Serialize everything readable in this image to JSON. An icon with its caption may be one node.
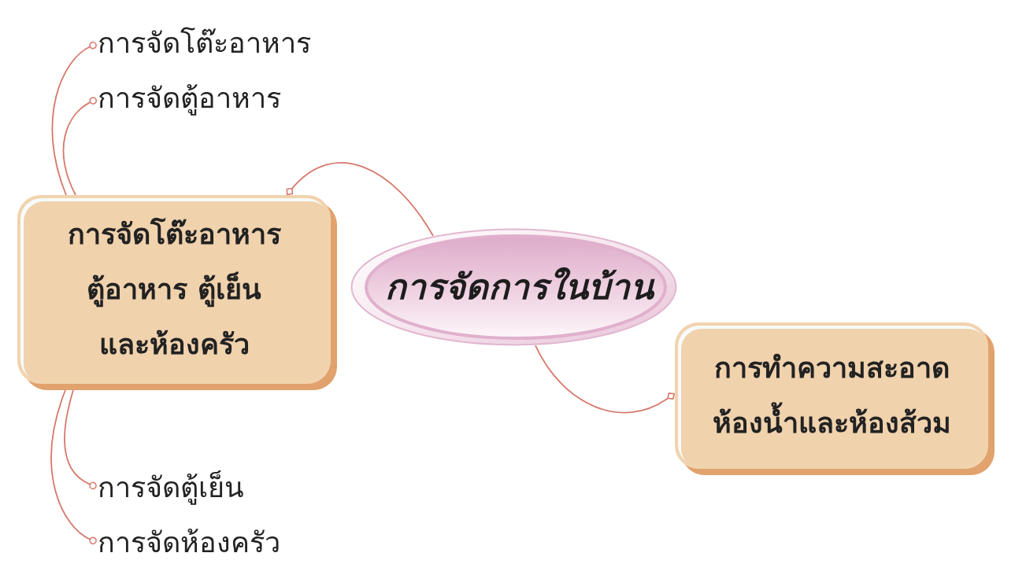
{
  "diagram": {
    "nodes": [
      {
        "text": [
          "การจัดการในบ้าน"
        ]
      },
      {
        "text": [
          "การจัดโต๊ะอาหาร ตู้อาหาร ตู้เย็น และห้องครัว"
        ]
      },
      {
        "text": [
          "การจัดโต๊ะอาหาร"
        ]
      },
      {
        "text": [
          "การจัดตู้อาหาร"
        ]
      },
      {
        "text": [
          "การจัดตู้เย็น"
        ]
      },
      {
        "text": [
          "การจัดห้องครัว"
        ]
      },
      {
        "text": [
          "การทำความสะอาด ห้องน้ำและห้องส้วม"
        ]
      }
    ],
    "edges": [
      {
        "from": 0,
        "to": 1,
        "arrow": "other"
      },
      {
        "from": 0,
        "to": 6,
        "arrow": "other"
      },
      {
        "from": 1,
        "to": 2,
        "arrow": "other"
      },
      {
        "from": 1,
        "to": 3,
        "arrow": "other"
      },
      {
        "from": 1,
        "to": 4,
        "arrow": "other"
      },
      {
        "from": 1,
        "to": 5,
        "arrow": "other"
      }
    ]
  }
}
